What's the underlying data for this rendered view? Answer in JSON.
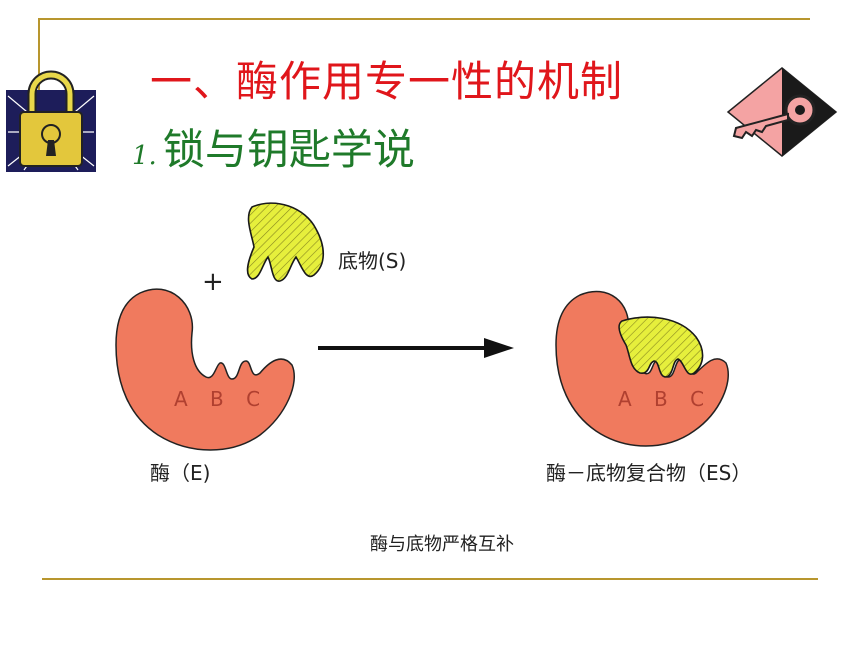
{
  "title": "一、酶作用专一性的机制",
  "subtitle_number": "1.",
  "subtitle": "锁与钥匙学说",
  "diagram": {
    "plus": "+",
    "substrate_label": "底物(S)",
    "enzyme_label": "酶（E)",
    "complex_label": "酶－底物复合物（ES）",
    "site_letters": "A B C",
    "caption": "酶与底物严格互补"
  },
  "colors": {
    "title": "#e0161b",
    "subtitle": "#1f7a2a",
    "enzyme": "#f07a5e",
    "substrate": "#e6ef3c",
    "frame": "#b8962e"
  },
  "icons": [
    "padlock-icon",
    "key-icon"
  ]
}
